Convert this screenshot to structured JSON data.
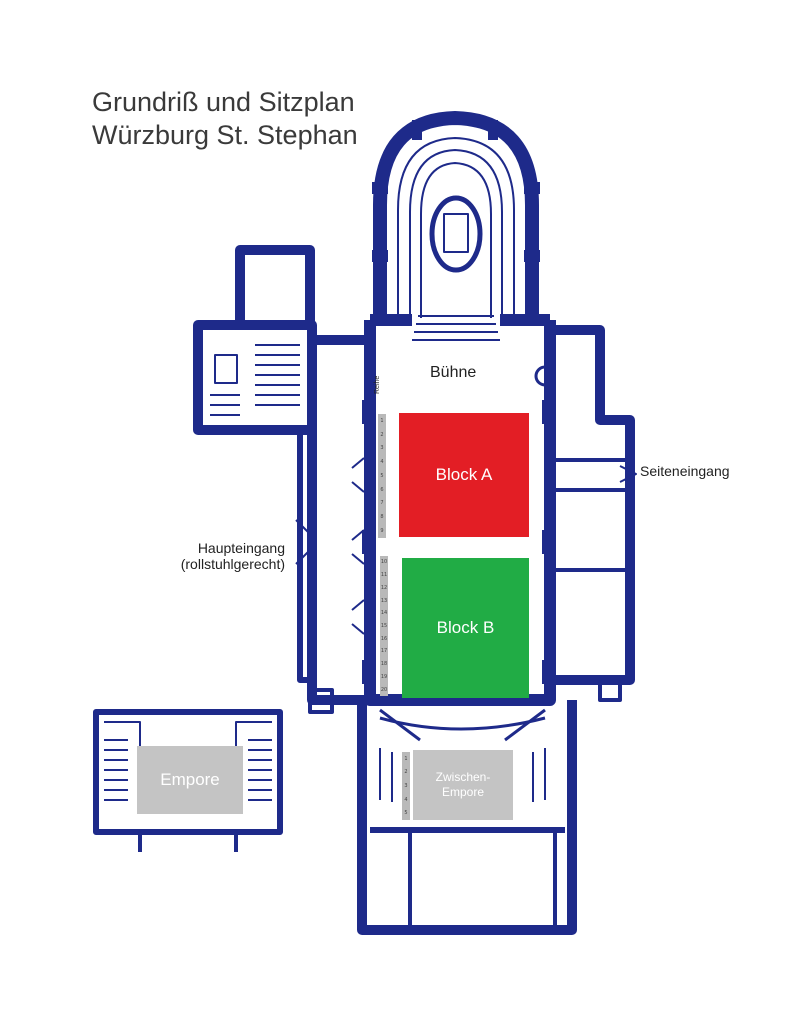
{
  "title": {
    "line1": "Grundriß und Sitzplan",
    "line2": "Würzburg St. Stephan"
  },
  "labels": {
    "stage": "Bühne",
    "side_entrance": "Seiteneingang",
    "main_entrance_line1": "Haupteingang",
    "main_entrance_line2": "(rollstuhlgerecht)",
    "row_header": "Reihe"
  },
  "blocks": {
    "a": {
      "label": "Block A",
      "color": "#e31e25"
    },
    "b": {
      "label": "Block B",
      "color": "#21ac45"
    },
    "empore": {
      "label": "Empore",
      "color": "#c4c4c4"
    },
    "zwischen": {
      "line1": "Zwischen-",
      "line2": "Empore",
      "color": "#c4c4c4"
    }
  },
  "rows": {
    "block_a": [
      "1",
      "2",
      "3",
      "4",
      "5",
      "6",
      "7",
      "8",
      "9"
    ],
    "block_b": [
      "10",
      "11",
      "12",
      "13",
      "14",
      "15",
      "16",
      "17",
      "18",
      "19",
      "20"
    ],
    "zwischen": [
      "1",
      "2",
      "3",
      "4",
      "5"
    ]
  },
  "colors": {
    "wall": "#1e2a8a"
  }
}
